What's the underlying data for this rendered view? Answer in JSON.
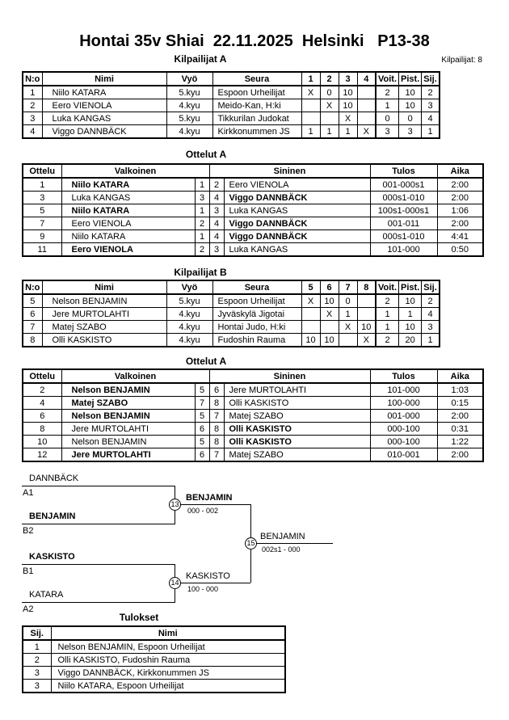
{
  "header": {
    "title": "Hontai 35v Shiai  22.11.2025  Helsinki   P13-38",
    "competitors_label": "Kilpailijat: 8"
  },
  "pool_a": {
    "title": "Kilpailijat A",
    "headers": [
      "N:o",
      "Nimi",
      "Vyö",
      "Seura",
      "1",
      "2",
      "3",
      "4",
      "Voit.",
      "Pist.",
      "Sij."
    ],
    "rows": [
      [
        "1",
        "Niilo KATARA",
        "5.kyu",
        "Espoon Urheilijat",
        "X",
        "0",
        "10",
        "",
        "2",
        "10",
        "2"
      ],
      [
        "2",
        "Eero VIENOLA",
        "4.kyu",
        "Meido-Kan, H:ki",
        "",
        "X",
        "10",
        "",
        "1",
        "10",
        "3"
      ],
      [
        "3",
        "Luka KANGAS",
        "5.kyu",
        "Tikkurilan Judokat",
        "",
        "",
        "X",
        "",
        "0",
        "0",
        "4"
      ],
      [
        "4",
        "Viggo DANNBÄCK",
        "4.kyu",
        "Kirkkonummen JS",
        "1",
        "1",
        "1",
        "X",
        "3",
        "3",
        "1"
      ]
    ]
  },
  "matches_a": {
    "title": "Ottelut A",
    "headers": [
      "Ottelu",
      "Valkoinen",
      "Sininen",
      "Tulos",
      "Aika"
    ],
    "rows": [
      {
        "no": "1",
        "white": "Niilo KATARA",
        "wn": "1",
        "bn": "2",
        "blue": "Eero VIENOLA",
        "result": "001-000s1",
        "time": "2:00",
        "winner": "white"
      },
      {
        "no": "3",
        "white": "Luka KANGAS",
        "wn": "3",
        "bn": "4",
        "blue": "Viggo DANNBÄCK",
        "result": "000s1-010",
        "time": "2:00",
        "winner": "blue"
      },
      {
        "no": "5",
        "white": "Niilo KATARA",
        "wn": "1",
        "bn": "3",
        "blue": "Luka KANGAS",
        "result": "100s1-000s1",
        "time": "1:06",
        "winner": "white"
      },
      {
        "no": "7",
        "white": "Eero VIENOLA",
        "wn": "2",
        "bn": "4",
        "blue": "Viggo DANNBÄCK",
        "result": "001-011",
        "time": "2:00",
        "winner": "blue"
      },
      {
        "no": "9",
        "white": "Niilo KATARA",
        "wn": "1",
        "bn": "4",
        "blue": "Viggo DANNBÄCK",
        "result": "000s1-010",
        "time": "4:41",
        "winner": "blue"
      },
      {
        "no": "11",
        "white": "Eero VIENOLA",
        "wn": "2",
        "bn": "3",
        "blue": "Luka KANGAS",
        "result": "101-000",
        "time": "0:50",
        "winner": "white"
      }
    ]
  },
  "pool_b": {
    "title": "Kilpailijat B",
    "headers": [
      "N:o",
      "Nimi",
      "Vyö",
      "Seura",
      "5",
      "6",
      "7",
      "8",
      "Voit.",
      "Pist.",
      "Sij."
    ],
    "rows": [
      [
        "5",
        "Nelson BENJAMIN",
        "5.kyu",
        "Espoon Urheilijat",
        "X",
        "10",
        "0",
        "",
        "2",
        "10",
        "2"
      ],
      [
        "6",
        "Jere MURTOLAHTI",
        "4.kyu",
        "Jyväskylä Jigotai",
        "",
        "X",
        "1",
        "",
        "1",
        "1",
        "4"
      ],
      [
        "7",
        "Matej SZABO",
        "4.kyu",
        "Hontai Judo, H:ki",
        "",
        "",
        "X",
        "10",
        "1",
        "10",
        "3"
      ],
      [
        "8",
        "Olli KASKISTO",
        "4.kyu",
        "Fudoshin Rauma",
        "10",
        "10",
        "",
        "X",
        "2",
        "20",
        "1"
      ]
    ]
  },
  "matches_b": {
    "title": "Ottelut A",
    "headers": [
      "Ottelu",
      "Valkoinen",
      "Sininen",
      "Tulos",
      "Aika"
    ],
    "rows": [
      {
        "no": "2",
        "white": "Nelson BENJAMIN",
        "wn": "5",
        "bn": "6",
        "blue": "Jere MURTOLAHTI",
        "result": "101-000",
        "time": "1:03",
        "winner": "white"
      },
      {
        "no": "4",
        "white": "Matej SZABO",
        "wn": "7",
        "bn": "8",
        "blue": "Olli KASKISTO",
        "result": "100-000",
        "time": "0:15",
        "winner": "white"
      },
      {
        "no": "6",
        "white": "Nelson BENJAMIN",
        "wn": "5",
        "bn": "7",
        "blue": "Matej SZABO",
        "result": "001-000",
        "time": "2:00",
        "winner": "white"
      },
      {
        "no": "8",
        "white": "Jere MURTOLAHTI",
        "wn": "6",
        "bn": "8",
        "blue": "Olli KASKISTO",
        "result": "000-100",
        "time": "0:31",
        "winner": "blue"
      },
      {
        "no": "10",
        "white": "Nelson BENJAMIN",
        "wn": "5",
        "bn": "8",
        "blue": "Olli KASKISTO",
        "result": "000-100",
        "time": "1:22",
        "winner": "blue"
      },
      {
        "no": "12",
        "white": "Jere MURTOLAHTI",
        "wn": "6",
        "bn": "7",
        "blue": "Matej SZABO",
        "result": "010-001",
        "time": "2:00",
        "winner": "white"
      }
    ]
  },
  "bracket": {
    "semifinal_1": {
      "match_no": "13",
      "top_name": "DANNBÄCK",
      "top_seed": "A1",
      "bottom_name": "BENJAMIN",
      "bottom_seed": "B2",
      "winner_name": "BENJAMIN",
      "score": "000 - 002"
    },
    "semifinal_2": {
      "match_no": "14",
      "top_name": "KASKISTO",
      "top_seed": "B1",
      "bottom_name": "KATARA",
      "bottom_seed": "A2",
      "winner_name": "KASKISTO",
      "score": "100 - 000"
    },
    "final": {
      "match_no": "15",
      "winner_name": "BENJAMIN",
      "score": "002s1 - 000"
    }
  },
  "results": {
    "title": "Tulokset",
    "headers": [
      "Sij.",
      "Nimi"
    ],
    "rows": [
      [
        "1",
        "Nelson BENJAMIN, Espoon Urheilijat"
      ],
      [
        "2",
        "Olli KASKISTO, Fudoshin Rauma"
      ],
      [
        "3",
        "Viggo DANNBÄCK, Kirkkonummen JS"
      ],
      [
        "3",
        "Niilo KATARA, Espoon Urheilijat"
      ]
    ]
  }
}
